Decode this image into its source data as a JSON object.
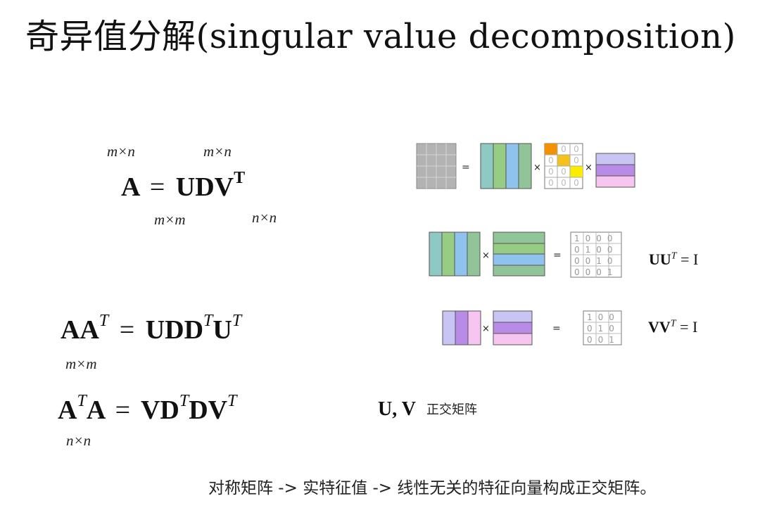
{
  "slide": {
    "title": "奇异值分解(singular value decomposition)",
    "footnote": "对称矩阵 -> 实特征值 -> 线性无关的特征向量构成正交矩阵。"
  },
  "formulas": {
    "svd": {
      "lhs": "A",
      "eq": "=",
      "rhs": "UDV",
      "rhs_sup": "T",
      "dim_a": "m×n",
      "dim_d": "m×n",
      "dim_u": "m×m",
      "dim_v": "n×n"
    },
    "aat": {
      "lhs": "AA",
      "lhs_sup": "T",
      "eq": "=",
      "r1": "UDD",
      "r1_sup": "T",
      "r2": "U",
      "r2_sup": "T",
      "dim": "m×m"
    },
    "ata": {
      "l1": "A",
      "l1_sup": "T",
      "l2": "A",
      "eq": "=",
      "r1": "VD",
      "r1_sup": "T",
      "r2": "DV",
      "r2_sup": "T",
      "dim": "n×n"
    },
    "uv_note": {
      "text": "U, V",
      "label": "正交矩阵"
    }
  },
  "diagrams": {
    "operators": {
      "eq": "=",
      "times": "×"
    },
    "identity_u": {
      "matrix": [
        "1000",
        "0100",
        "0010",
        "0001"
      ],
      "label": "UU",
      "sup": "T",
      "rest": " = I"
    },
    "identity_v": {
      "matrix": [
        "100",
        "010",
        "001"
      ],
      "label": "VV",
      "sup": "T",
      "rest": " = I"
    },
    "diag_values": [
      "",
      "0",
      "0",
      "0",
      "",
      "0",
      "0",
      "0",
      "",
      "0",
      "0",
      "0"
    ]
  },
  "colors": {
    "gray": "#b3b3b3",
    "teal": "#8ec9c4",
    "green": "#97cc84",
    "blue": "#8fc2ec",
    "sage": "#92c49a",
    "orange": "#f39200",
    "amber": "#f6c11c",
    "yellow": "#f9ed00",
    "lavender": "#c8c4f4",
    "purple": "#b78be6",
    "pink": "#f6c5f2"
  }
}
